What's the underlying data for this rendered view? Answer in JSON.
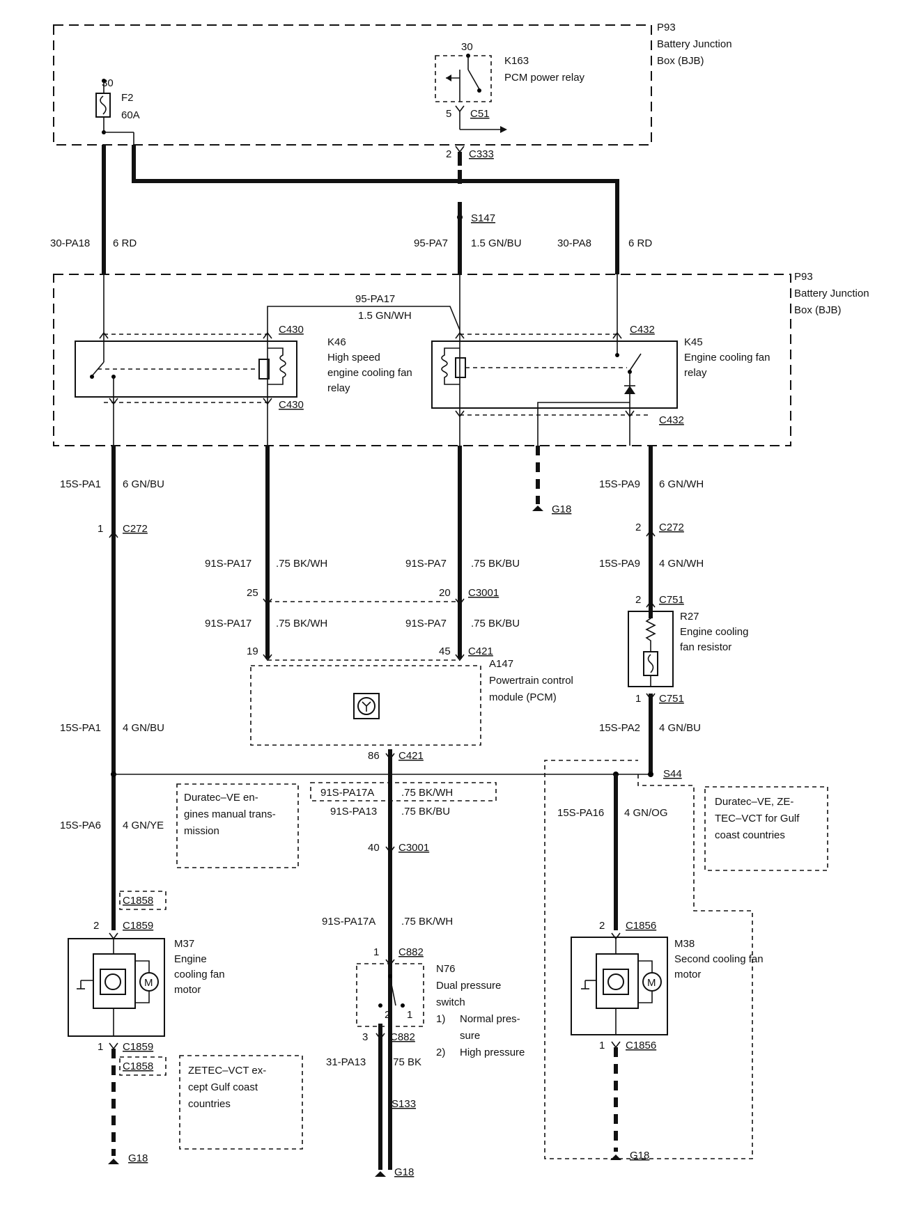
{
  "battery_junction_box": {
    "id": "P93",
    "name_line1": "Battery Junction",
    "name_line2": "Box (BJB)"
  },
  "fuse": {
    "terminal": "30",
    "id": "F2",
    "rating": "60A"
  },
  "pcm_relay": {
    "terminal_in": "30",
    "id": "K163",
    "name": "PCM power relay",
    "pin": "5",
    "connector": "C51"
  },
  "c333": {
    "pin": "2",
    "connector": "C333"
  },
  "s147": "S147",
  "wires_top": {
    "left_circuit": "30-PA18",
    "left_gauge": "6 RD",
    "mid_circuit": "95-PA7",
    "mid_gauge": "1.5 GN/BU",
    "right_circuit": "30-PA8",
    "right_gauge": "6 RD"
  },
  "jumper": {
    "circuit": "95-PA17",
    "gauge": "1.5 GN/WH"
  },
  "k46": {
    "id": "K46",
    "line1": "High speed",
    "line2": "engine cooling fan",
    "line3": "relay",
    "conn_top": "C430",
    "conn_bot": "C430"
  },
  "k45": {
    "id": "K45",
    "line1": "Engine cooling fan",
    "line2": "relay",
    "conn_top": "C432",
    "conn_bot": "C432"
  },
  "g18": "G18",
  "col1": {
    "w1_circuit": "15S-PA1",
    "w1_gauge": "6 GN/BU",
    "c272_pin": "1",
    "c272": "C272",
    "w2_circuit": "15S-PA1",
    "w2_gauge": "4 GN/BU",
    "w3_circuit": "15S-PA6",
    "w3_gauge": "4 GN/YE",
    "c1858_top": "C1858",
    "c1859_pin_top": "2",
    "c1859_top": "C1859",
    "c1859_pin_bot": "1",
    "c1859_bot": "C1859",
    "c1858_bot": "C1858"
  },
  "col2": {
    "w1_circuit": "91S-PA17",
    "w1_gauge": ".75 BK/WH",
    "pin25": "25",
    "w2_circuit": "91S-PA17",
    "w2_gauge": ".75 BK/WH",
    "pin19": "19"
  },
  "col3": {
    "w1_circuit": "91S-PA7",
    "w1_gauge": ".75 BK/BU",
    "pin20": "20",
    "c3001": "C3001",
    "w2_circuit": "91S-PA7",
    "w2_gauge": ".75 BK/BU",
    "pin45": "45",
    "c421": "C421"
  },
  "pcm": {
    "id": "A147",
    "line1": "Powertrain control",
    "line2": "module (PCM)"
  },
  "col4": {
    "w1_circuit": "15S-PA9",
    "w1_gauge": "6 GN/WH",
    "c272_pin": "2",
    "c272": "C272",
    "w2_circuit": "15S-PA9",
    "w2_gauge": "4 GN/WH",
    "c751_pin_top": "2",
    "c751_top": "C751",
    "c751_pin_bot": "1",
    "c751_bot": "C751",
    "w3_circuit": "15S-PA2",
    "w3_gauge": "4 GN/BU",
    "s44": "S44"
  },
  "r27": {
    "id": "R27",
    "line1": "Engine cooling",
    "line2": "fan resistor"
  },
  "pcm_out": {
    "pin86": "86",
    "c421": "C421",
    "alt_circuit": "91S-PA17A",
    "alt_gauge": ".75 BK/WH",
    "w1_circuit": "91S-PA13",
    "w1_gauge": ".75 BK/BU",
    "pin40": "40",
    "c3001": "C3001",
    "w2_circuit": "91S-PA17A",
    "w2_gauge": ".75 BK/WH",
    "c882_pin_top": "1",
    "c882_top": "C882",
    "c882_pin_bot": "3",
    "c882_bot": "C882",
    "w3_circuit": "31-PA13",
    "w3_gauge": ".75 BK",
    "s133": "S133"
  },
  "n76": {
    "id": "N76",
    "line1": "Dual pressure",
    "line2": "switch",
    "pos1": "1)",
    "pos1_l1": "Normal pres-",
    "pos1_l2": "sure",
    "pos2": "2)",
    "pos2_l1": "High pressure",
    "pin2": "2",
    "pin1": "1"
  },
  "m37": {
    "id": "M37",
    "line1": "Engine",
    "line2": "cooling fan",
    "line3": "motor",
    "motor": "M"
  },
  "m38": {
    "id": "M38",
    "line1": "Second cooling fan",
    "line2": "motor",
    "motor": "M",
    "w_circuit": "15S-PA16",
    "w_gauge": "4 GN/OG",
    "c1856_pin_top": "2",
    "c1856_top": "C1856",
    "c1856_pin_bot": "1",
    "c1856_bot": "C1856"
  },
  "notes": {
    "duratec_manual_l1": "Duratec–VE en-",
    "duratec_manual_l2": "gines manual trans-",
    "duratec_manual_l3": "mission",
    "gulf_l1": "Duratec–VE, ZE-",
    "gulf_l2": "TEC–VCT for Gulf",
    "gulf_l3": "coast countries",
    "zetec_l1": "ZETEC–VCT ex-",
    "zetec_l2": "cept Gulf coast",
    "zetec_l3": "countries"
  }
}
